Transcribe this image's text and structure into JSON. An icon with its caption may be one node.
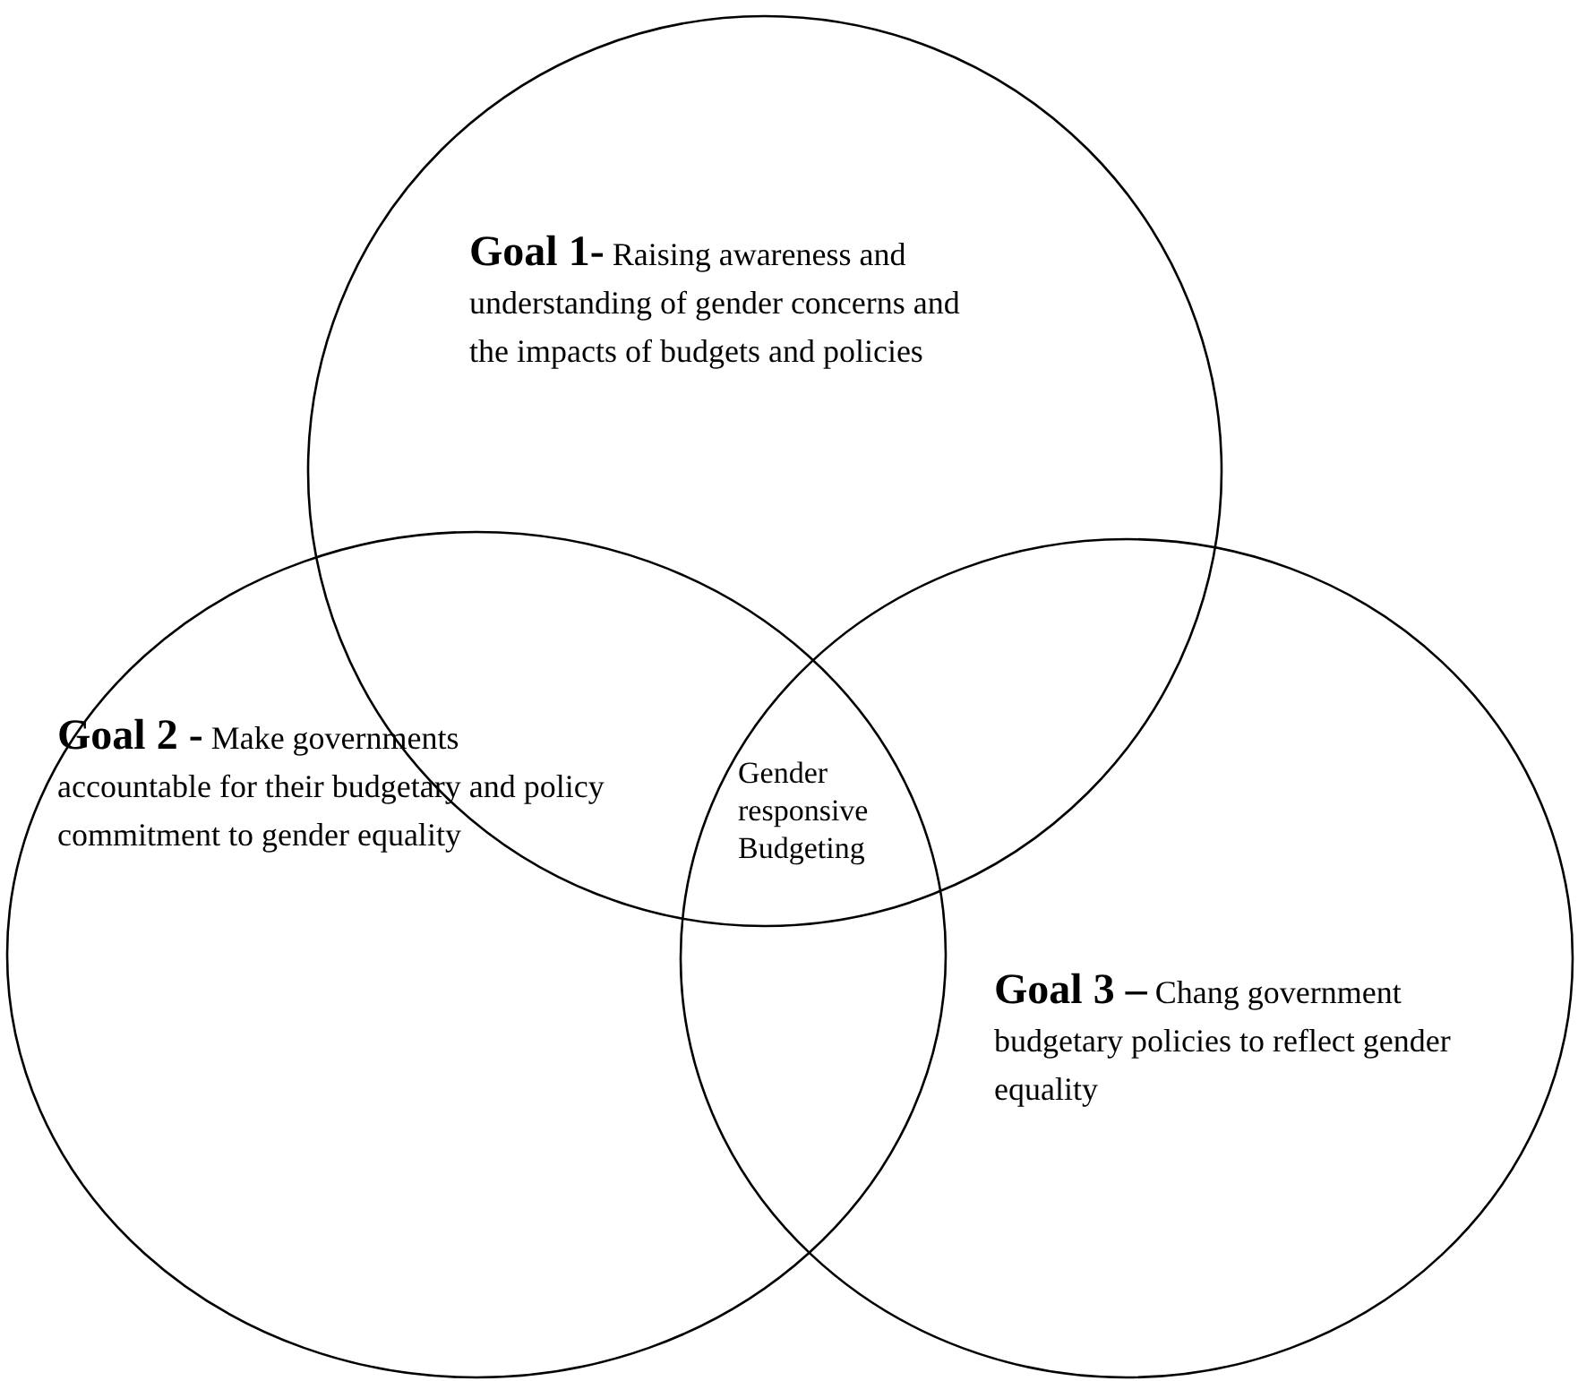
{
  "diagram": {
    "nodes": [
      {
        "text": [
          "**Goal 1-** Raising awareness and understanding of gender concerns and the impacts of budgets and policies"
        ]
      },
      {
        "text": [
          "**Goal 2 -** Make governments accountable for their budgetary and policy commitment to gender equality"
        ]
      },
      {
        "text": [
          "**Goal 3 –** Chang government budgetary policies to reflect gender equality"
        ]
      }
    ],
    "labels": [
      "Gender responsive Budgeting"
    ]
  }
}
